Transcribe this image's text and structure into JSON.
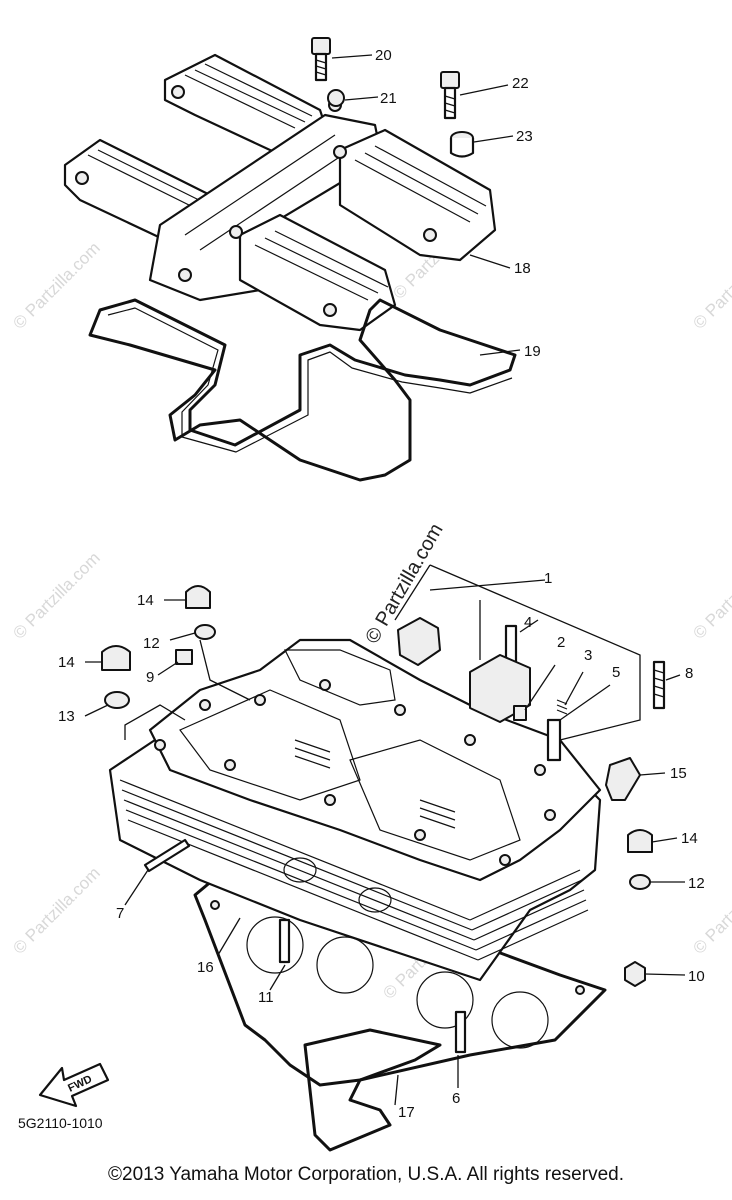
{
  "watermark": "© Partzilla.com",
  "diagram_code": "5G2110-1010",
  "fwd_label": "FWD",
  "copyright": "©2013 Yamaha Motor Corporation, U.S.A. All rights reserved.",
  "callouts": {
    "c1": "1",
    "c2": "2",
    "c3": "3",
    "c4": "4",
    "c5": "5",
    "c6": "6",
    "c7": "7",
    "c8": "8",
    "c9": "9",
    "c10": "10",
    "c11": "11",
    "c12a": "12",
    "c12b": "12",
    "c13": "13",
    "c14a": "14",
    "c14b": "14",
    "c14c": "14",
    "c15": "15",
    "c16": "16",
    "c17": "17",
    "c18": "18",
    "c19": "19",
    "c20": "20",
    "c21": "21",
    "c22": "22",
    "c23": "23"
  },
  "colors": {
    "ink": "#111111",
    "watermark": "#d8d8d8",
    "background": "#ffffff"
  }
}
